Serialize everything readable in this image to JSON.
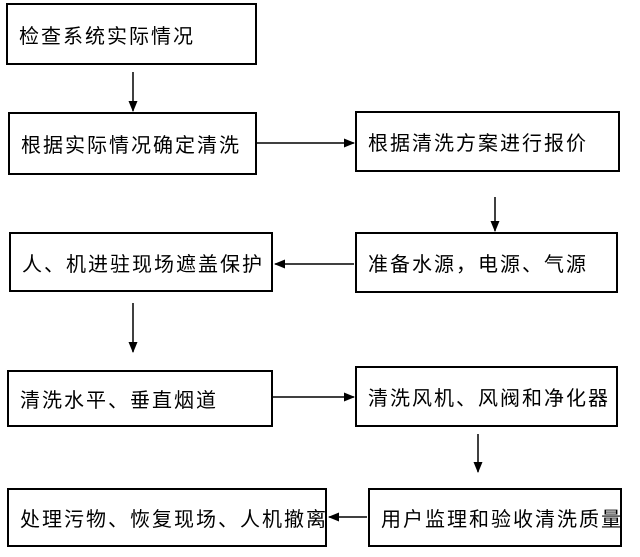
{
  "diagram": {
    "type": "flowchart",
    "background_color": "#ffffff",
    "box_fill_color": "#ffffff",
    "box_border_color": "#000000",
    "text_color": "#000000",
    "arrow_color": "#000000",
    "boxes": [
      {
        "id": "step1",
        "label": "检查系统实际情况"
      },
      {
        "id": "step2",
        "label": "根据实际情况确定清洗"
      },
      {
        "id": "step3",
        "label": "根据清洗方案进行报价"
      },
      {
        "id": "step4",
        "label": "准备水源，电源、气源"
      },
      {
        "id": "step5",
        "label": "人、机进驻现场遮盖保护"
      },
      {
        "id": "step6",
        "label": "清洗水平、垂直烟道"
      },
      {
        "id": "step7",
        "label": "清洗风机、风阀和净化器"
      },
      {
        "id": "step8",
        "label": "用户监理和验收清洗质量"
      },
      {
        "id": "step9",
        "label": "处理污物、恢复现场、人机撤离"
      }
    ],
    "edges": [
      {
        "from": "step1",
        "to": "step2",
        "direction": "down"
      },
      {
        "from": "step2",
        "to": "step3",
        "direction": "right"
      },
      {
        "from": "step3",
        "to": "step4",
        "direction": "down"
      },
      {
        "from": "step4",
        "to": "step5",
        "direction": "left"
      },
      {
        "from": "step5",
        "to": "step6",
        "direction": "down"
      },
      {
        "from": "step6",
        "to": "step7",
        "direction": "right"
      },
      {
        "from": "step7",
        "to": "step8",
        "direction": "down"
      },
      {
        "from": "step8",
        "to": "step9",
        "direction": "left"
      }
    ]
  }
}
